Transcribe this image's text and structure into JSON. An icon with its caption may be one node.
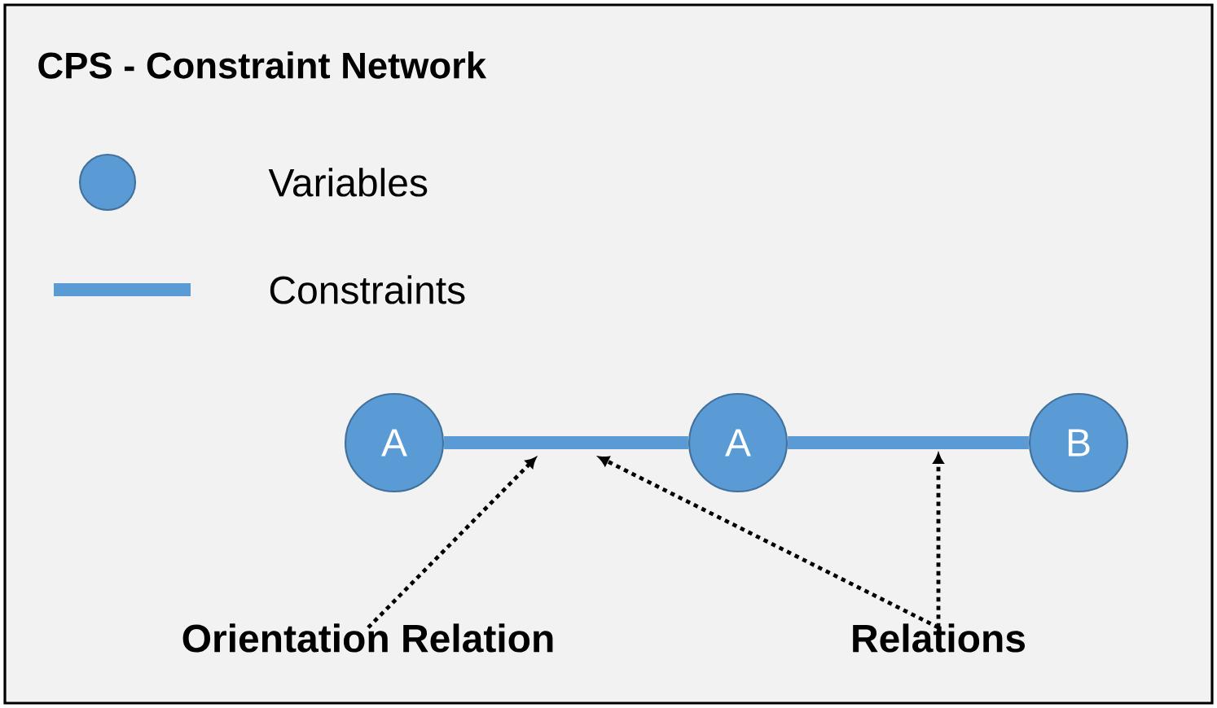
{
  "diagram": {
    "title": "CPS - Constraint Network",
    "nodes": [
      {
        "text": [
          "A"
        ]
      },
      {
        "text": [
          "A"
        ]
      },
      {
        "text": [
          "B"
        ]
      },
      {
        "text": [
          "Orientation Relation"
        ]
      },
      {
        "text": [
          "Relations"
        ]
      }
    ],
    "edges": [
      {
        "from": 0,
        "to": 1,
        "arrow": "none",
        "style": "thick",
        "color": "#5b9bd5"
      },
      {
        "from": 1,
        "to": 2,
        "arrow": "none",
        "style": "thick",
        "color": "#5b9bd5"
      },
      {
        "from": 3,
        "to": null,
        "arrow": "to",
        "style": "dashed"
      },
      {
        "from": 4,
        "to": null,
        "arrow": "to",
        "style": "dashed"
      },
      {
        "from": 4,
        "to": null,
        "arrow": "to",
        "style": "dashed"
      }
    ],
    "legend": [
      {
        "text": "Variables"
      },
      {
        "text": "Constraints"
      }
    ]
  }
}
